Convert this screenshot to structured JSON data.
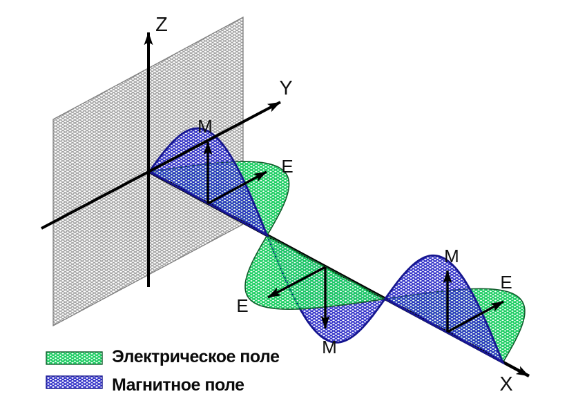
{
  "diagram": {
    "axis_labels": {
      "x": "X",
      "y": "Y",
      "z": "Z"
    },
    "vector_labels": {
      "electric": "E",
      "magnetic": "M"
    }
  },
  "legend": {
    "electric_label": "Электрическое поле",
    "magnetic_label": "Магнитное поле"
  },
  "colors": {
    "electric_fill": "#17cd5f",
    "electric_outline": "#135c2d",
    "magnetic_fill": "#2b2bc6",
    "magnetic_outline": "#16168f",
    "plane_gray": "#9c9c9c",
    "plane_border": "#7f7f7f",
    "axis_black": "#000000"
  }
}
